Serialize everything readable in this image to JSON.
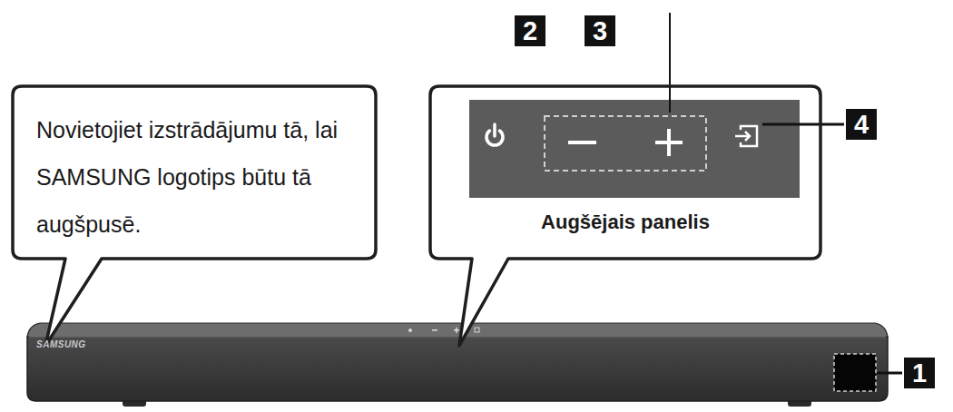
{
  "diagram": {
    "nodes": [
      {
        "text": [
          "Novietojiet izstrādājumu tā, lai SAMSUNG logotips būtu tā augšpusē."
        ]
      },
      {
        "text": [
          "Augšējais panelis"
        ]
      }
    ],
    "labels": [
      "2",
      "3",
      "4",
      "SAMSUNG",
      "1"
    ]
  }
}
